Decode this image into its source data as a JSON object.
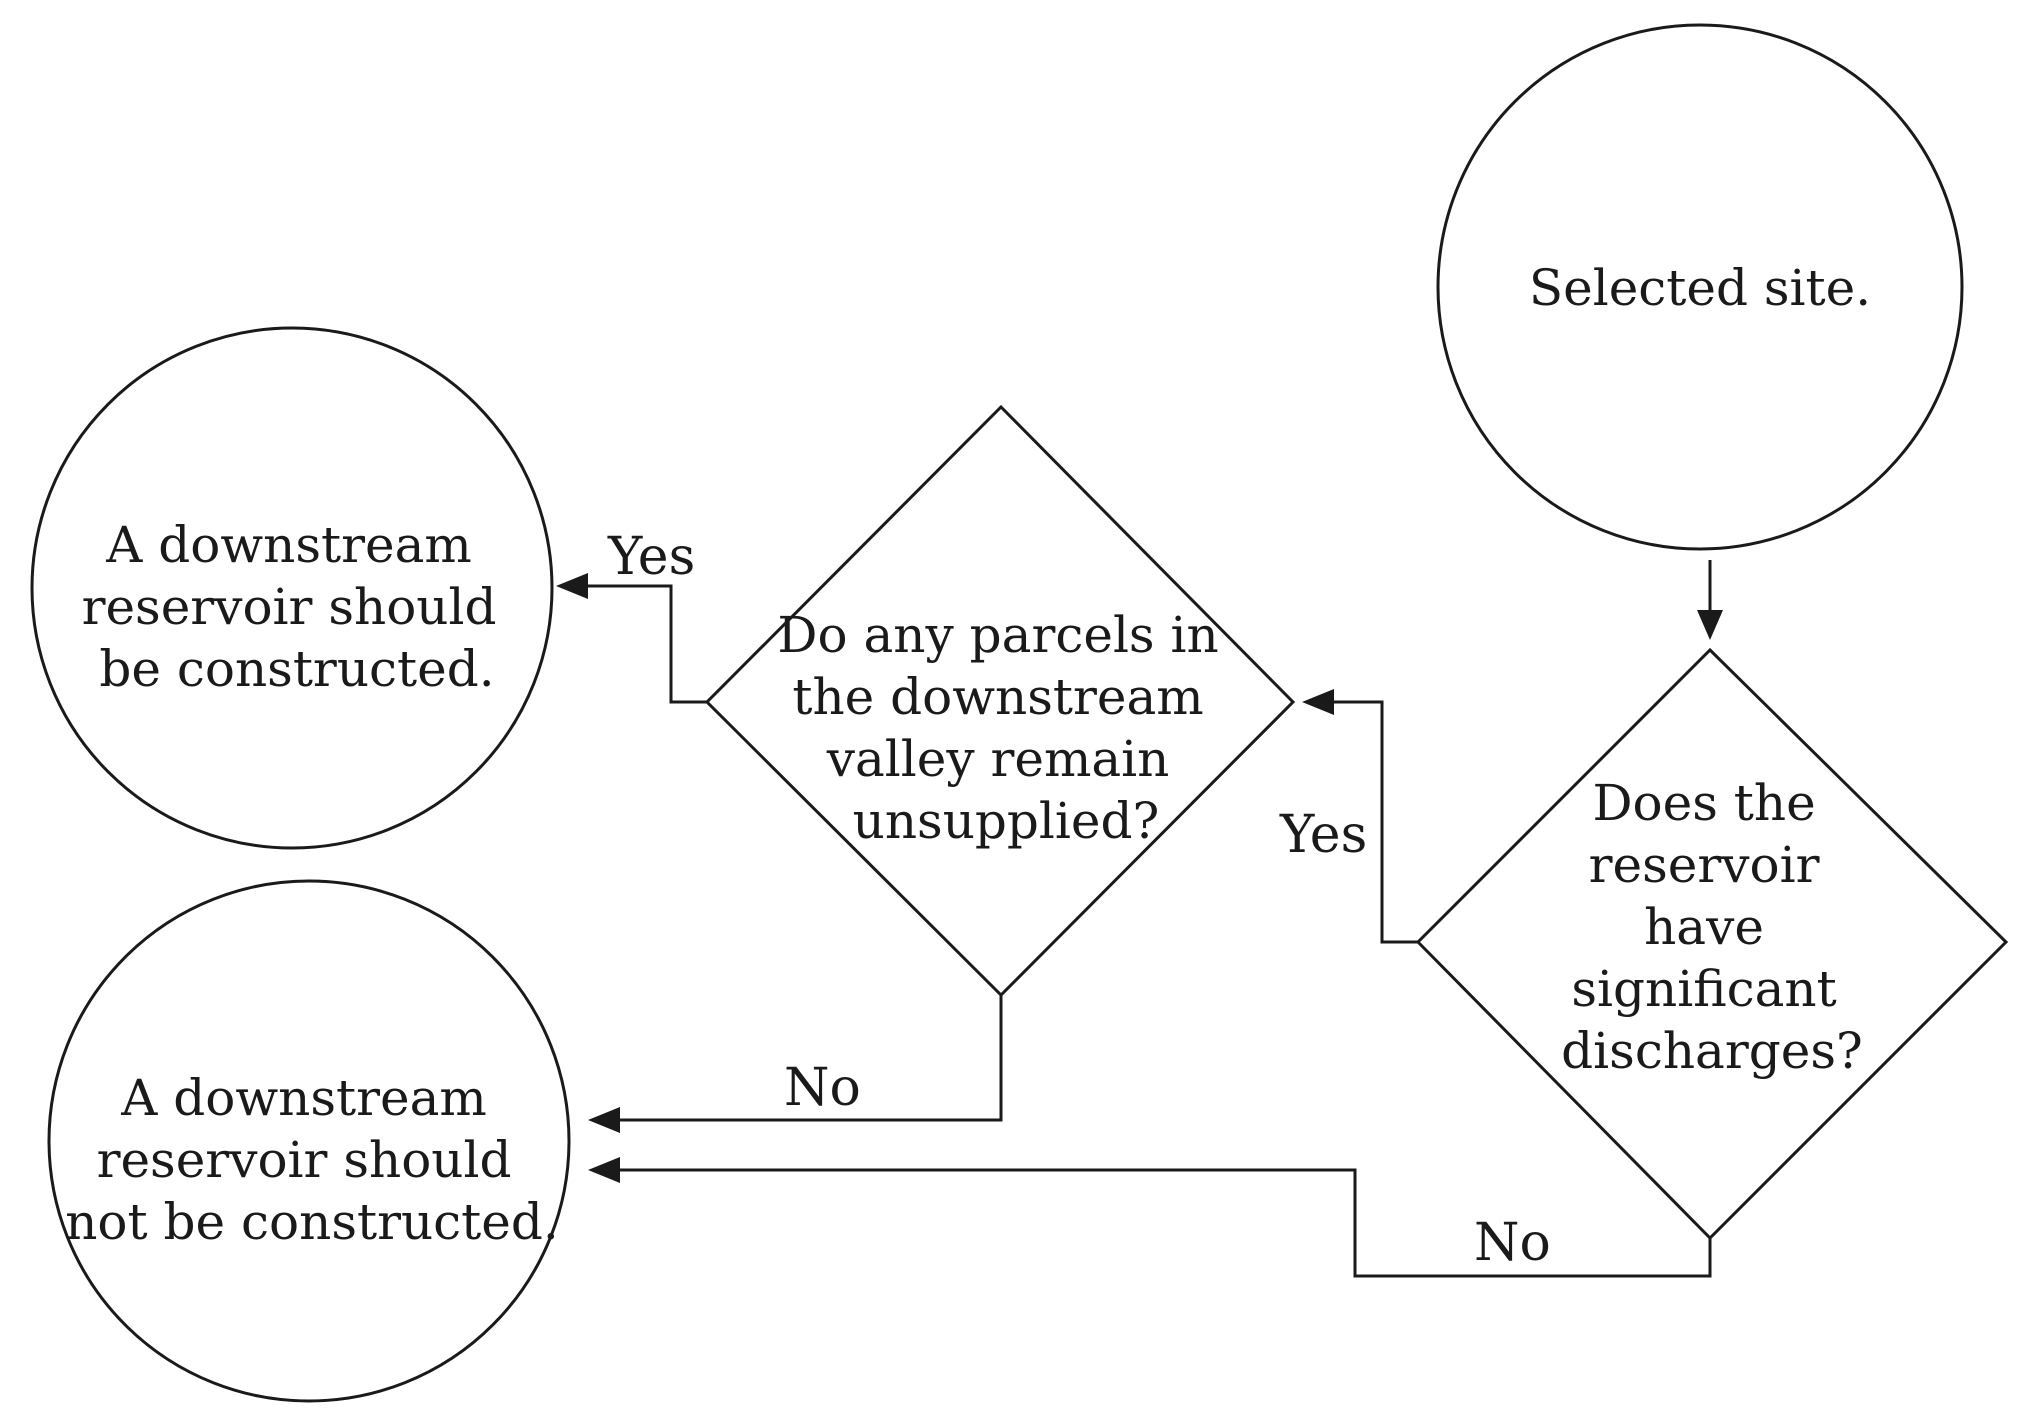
{
  "nodes": {
    "start": {
      "lines": [
        "Selected site."
      ]
    },
    "q_discharges": {
      "lines": [
        "Does the",
        "reservoir",
        "have",
        "significant",
        "discharges?"
      ]
    },
    "q_parcels": {
      "lines": [
        "Do any parcels in",
        "the downstream",
        "valley remain",
        "unsupplied?"
      ]
    },
    "result_build": {
      "lines": [
        "A downstream",
        "reservoir should",
        "be constructed."
      ]
    },
    "result_no_build": {
      "lines": [
        "A downstream",
        "reservoir should",
        "not be constructed."
      ]
    }
  },
  "edges": {
    "discharges_yes": "Yes",
    "discharges_no": "No",
    "parcels_yes": "Yes",
    "parcels_no": "No"
  }
}
